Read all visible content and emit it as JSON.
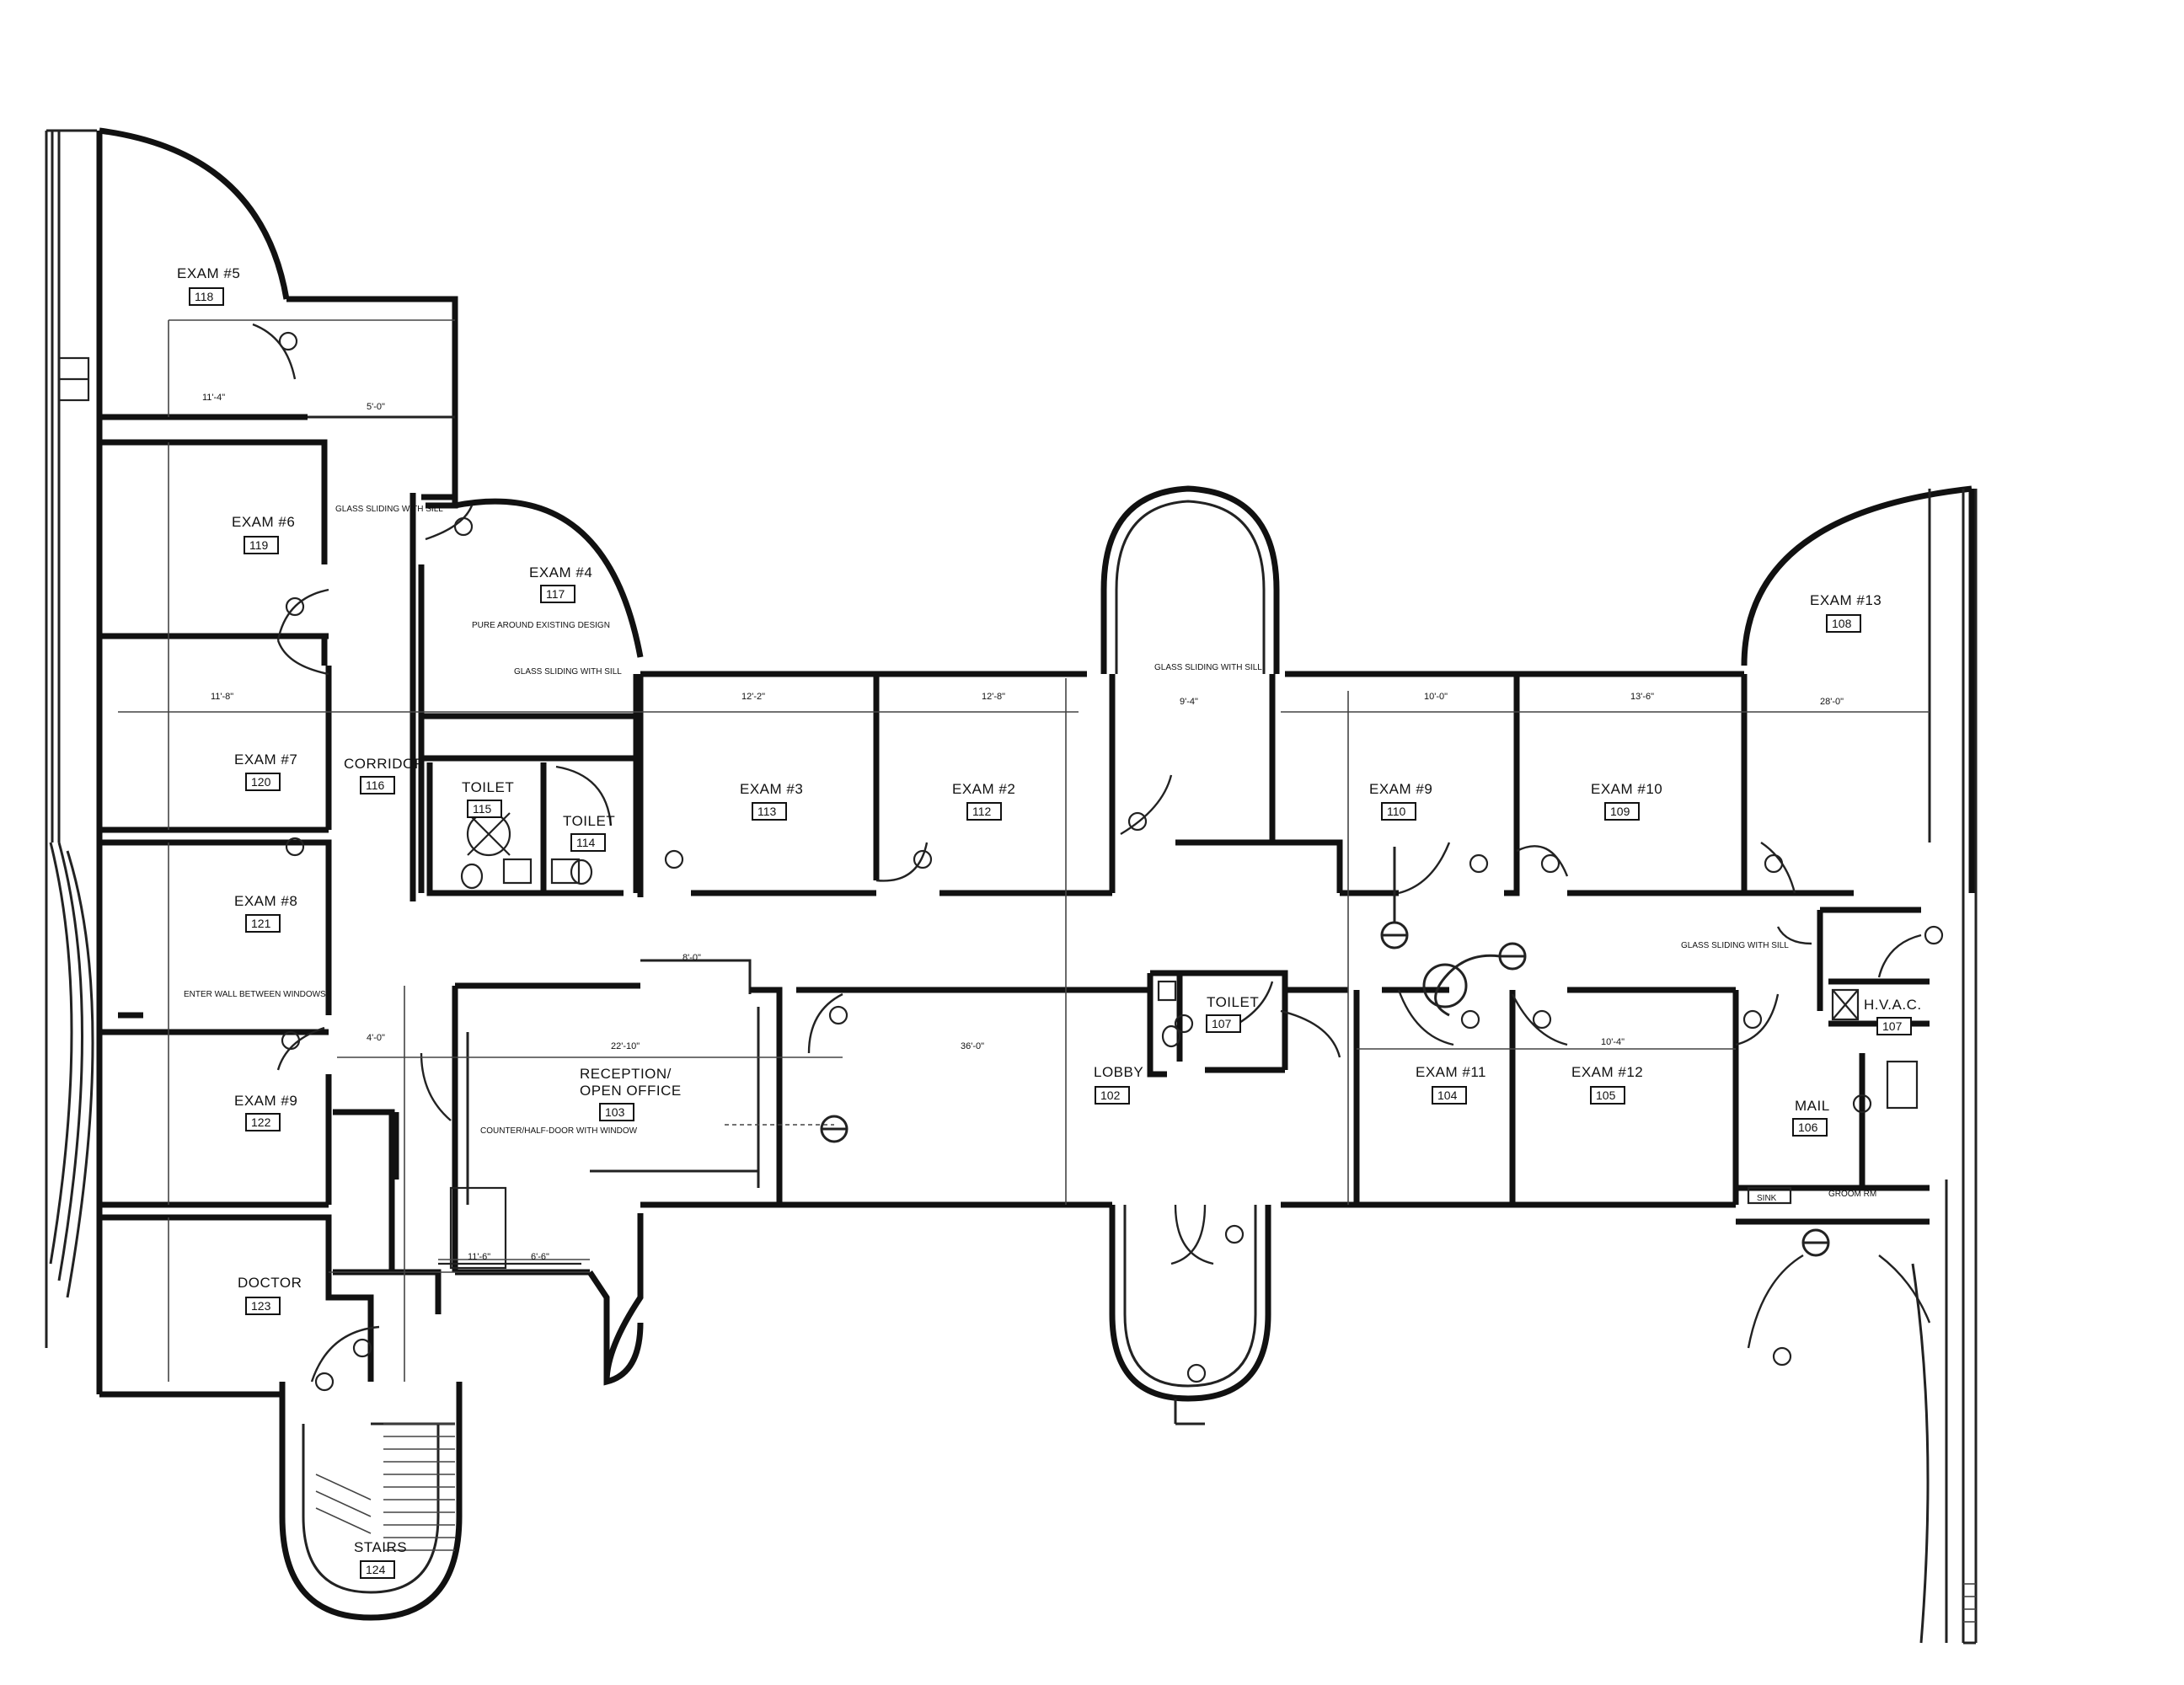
{
  "rooms": [
    {
      "id": "exam5",
      "name": "EXAM #5",
      "num": "118"
    },
    {
      "id": "exam6",
      "name": "EXAM #6",
      "num": "119"
    },
    {
      "id": "exam7",
      "name": "EXAM #7",
      "num": "120"
    },
    {
      "id": "exam8",
      "name": "EXAM #8",
      "num": "121"
    },
    {
      "id": "exam9",
      "name": "EXAM #9",
      "num": "122"
    },
    {
      "id": "doctor",
      "name": "DOCTOR",
      "num": "123"
    },
    {
      "id": "stairs",
      "name": "STAIRS",
      "num": "124"
    },
    {
      "id": "exam4",
      "name": "EXAM #4",
      "num": "117"
    },
    {
      "id": "corridor",
      "name": "CORRIDOR",
      "num": "116"
    },
    {
      "id": "toilet115",
      "name": "TOILET",
      "num": "115"
    },
    {
      "id": "toilet114",
      "name": "TOILET",
      "num": "114"
    },
    {
      "id": "exam3",
      "name": "EXAM #3",
      "num": "113"
    },
    {
      "id": "exam2",
      "name": "EXAM #2",
      "num": "112"
    },
    {
      "id": "reception",
      "name": "RECEPTION/ OPEN OFFICE",
      "name1": "RECEPTION/",
      "name2": "OPEN OFFICE",
      "num": "103"
    },
    {
      "id": "lobby",
      "name": "LOBBY",
      "num": "102"
    },
    {
      "id": "toilet107",
      "name": "TOILET",
      "num": "107"
    },
    {
      "id": "exam9b",
      "name": "EXAM #9",
      "num": "110"
    },
    {
      "id": "exam10",
      "name": "EXAM #10",
      "num": "109"
    },
    {
      "id": "exam13",
      "name": "EXAM #13",
      "num": "108"
    },
    {
      "id": "exam11",
      "name": "EXAM #11",
      "num": "104"
    },
    {
      "id": "exam12",
      "name": "EXAM #12",
      "num": "105"
    },
    {
      "id": "hvac",
      "name": "H.V.A.C.",
      "num": "107"
    },
    {
      "id": "mail",
      "name": "MAIL",
      "num": "106"
    }
  ],
  "notes": {
    "slider1": "GLASS SLIDING WITH SILL",
    "slider2": "GLASS SLIDING WITH SILL",
    "slider3": "GLASS SLIDING WITH SILL",
    "slider4": "GLASS SLIDING WITH SILL",
    "gradeB": "PURE AROUND EXISTING DESIGN",
    "newwall": "ENTER WALL BETWEEN WINDOWS",
    "counter": "COUNTER/HALF-DOOR WITH WINDOW",
    "groomrm": "GROOM RM",
    "sink": "SINK"
  },
  "dims": {
    "d1": "11'-4\"",
    "d2": "11'-8\"",
    "d3": "5'-0\"",
    "d4": "13'-6\"",
    "d5": "12'-2\"",
    "d6": "10'-0\"",
    "d7": "12'-8\"",
    "d8": "9'-4\"",
    "d9": "10'-4\"",
    "d10": "6'-6\"",
    "d11": "11'-6\"",
    "d12": "22'-10\"",
    "d13": "8'-0\"",
    "d14": "4'-0\"",
    "d15": "28'-0\"",
    "d16": "36'-0\""
  }
}
